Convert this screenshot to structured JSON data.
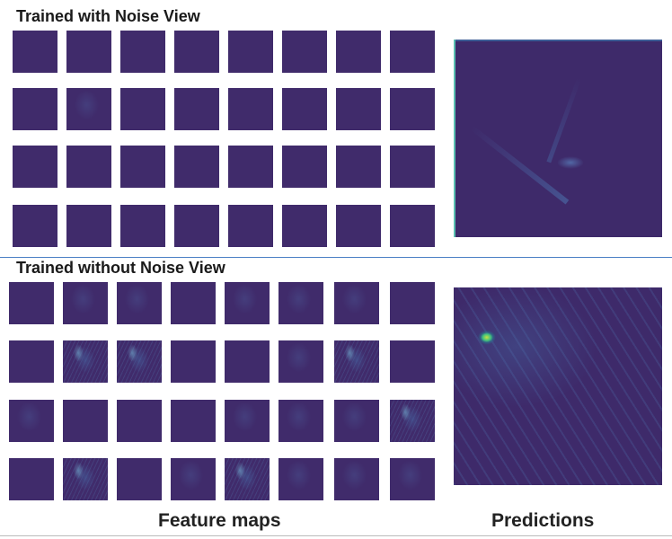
{
  "sections": [
    {
      "title": "Trained with Noise View",
      "rows": [
        [
          "plain",
          "plain",
          "plain",
          "plain",
          "plain",
          "plain",
          "plain",
          "plain"
        ],
        [
          "plain",
          "faint",
          "plain",
          "plain",
          "plain",
          "plain",
          "plain",
          "plain"
        ],
        [
          "plain",
          "plain",
          "plain",
          "plain",
          "plain",
          "plain",
          "plain",
          "plain"
        ],
        [
          "plain",
          "plain",
          "plain",
          "plain",
          "plain",
          "plain",
          "plain",
          "plain"
        ]
      ]
    },
    {
      "title": "Trained without Noise View",
      "rows": [
        [
          "plain",
          "faint",
          "faint",
          "plain",
          "faint",
          "faint",
          "faint",
          "plain"
        ],
        [
          "plain",
          "active",
          "active",
          "plain",
          "plain",
          "faint",
          "active",
          "plain"
        ],
        [
          "faint",
          "plain",
          "plain",
          "plain",
          "faint",
          "faint",
          "faint",
          "active"
        ],
        [
          "plain",
          "active",
          "plain",
          "faint",
          "active",
          "faint",
          "faint",
          "faint"
        ]
      ]
    }
  ],
  "captions": {
    "feature_maps": "Feature maps",
    "predictions": "Predictions"
  },
  "colors": {
    "tile_background": "#402b6b",
    "divider": "#4a7fc4"
  }
}
